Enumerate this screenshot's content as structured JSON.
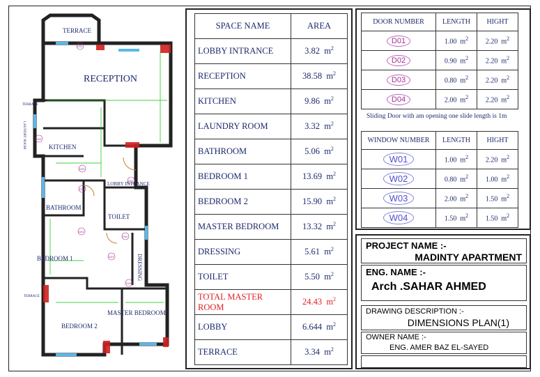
{
  "plan": {
    "rooms": [
      "TERRACE",
      "RECEPTION",
      "TERRACE",
      "LAUNDRY ROOM",
      "KITCHEN",
      "LOBBY INTRANCE",
      "BATHROOM",
      "TOILET",
      "BEDROOM 1",
      "DRESSING",
      "TERRACE",
      "BEDROOM 2",
      "MASTER BEDROOM"
    ],
    "tags": [
      "D04",
      "D03",
      "D03",
      "D03",
      "D03",
      "D02",
      "D03",
      "D02",
      "D04"
    ]
  },
  "areas": {
    "headers": [
      "SPACE NAME",
      "AREA"
    ],
    "unit": "m",
    "rows": [
      {
        "name": "LOBBY INTRANCE",
        "area": "3.82"
      },
      {
        "name": "RECEPTION",
        "area": "38.58"
      },
      {
        "name": "KITCHEN",
        "area": "9.86"
      },
      {
        "name": "LAUNDRY ROOM",
        "area": "3.32"
      },
      {
        "name": "BATHROOM",
        "area": "5.06"
      },
      {
        "name": "BEDROOM 1",
        "area": "13.69"
      },
      {
        "name": "BEDROOM 2",
        "area": "15.90"
      },
      {
        "name": "MASTER BEDROOM",
        "area": "13.32"
      },
      {
        "name": "DRESSING",
        "area": "5.61"
      },
      {
        "name": "TOILET",
        "area": "5.50"
      },
      {
        "name": "TOTAL MASTER ROOM",
        "area": "24.43"
      },
      {
        "name": "LOBBY",
        "area": "6.644"
      },
      {
        "name": "TERRACE",
        "area": "3.34"
      }
    ]
  },
  "doors": {
    "headers": [
      "DOOR NUMBER",
      "LENGTH",
      "HIGHT"
    ],
    "rows": [
      {
        "code": "D01",
        "length": "1.00",
        "height": "2.20"
      },
      {
        "code": "D02",
        "length": "0.90",
        "height": "2.20"
      },
      {
        "code": "D03",
        "length": "0.80",
        "height": "2.20"
      },
      {
        "code": "D04",
        "length": "2.00",
        "height": "2.20"
      }
    ],
    "unit": "m",
    "note": "Sliding Door with am opening one slide length is 1m"
  },
  "windows": {
    "headers": [
      "WINDOW NUMBER",
      "LENGTH",
      "HIGHT"
    ],
    "rows": [
      {
        "code": "W01",
        "length": "1.00",
        "height": "2.20"
      },
      {
        "code": "W02",
        "length": "0.80",
        "height": "1.00"
      },
      {
        "code": "W03",
        "length": "2.00",
        "height": "1.50"
      },
      {
        "code": "W04",
        "length": "1.50",
        "height": "1.50"
      }
    ],
    "unit": "m"
  },
  "title_block": {
    "project_label": "PROJECT NAME :-",
    "project_value": "MADINTY APARTMENT",
    "eng_label": "ENG. NAME :-",
    "eng_value": "Arch .SAHAR AHMED",
    "desc_label": "DRAWING DESCRIPTION :-",
    "desc_value": "DIMENSIONS PLAN(1)",
    "owner_label": "OWNER NAME :-",
    "owner_value": "ENG. AMER BAZ EL-SAYED"
  },
  "colors": {
    "text": "#1c2a6b",
    "red": "#e02020",
    "door_tag": "#a03090",
    "window_tag": "#5050d0",
    "dim": "#00c000",
    "hatch": "#d02020"
  }
}
